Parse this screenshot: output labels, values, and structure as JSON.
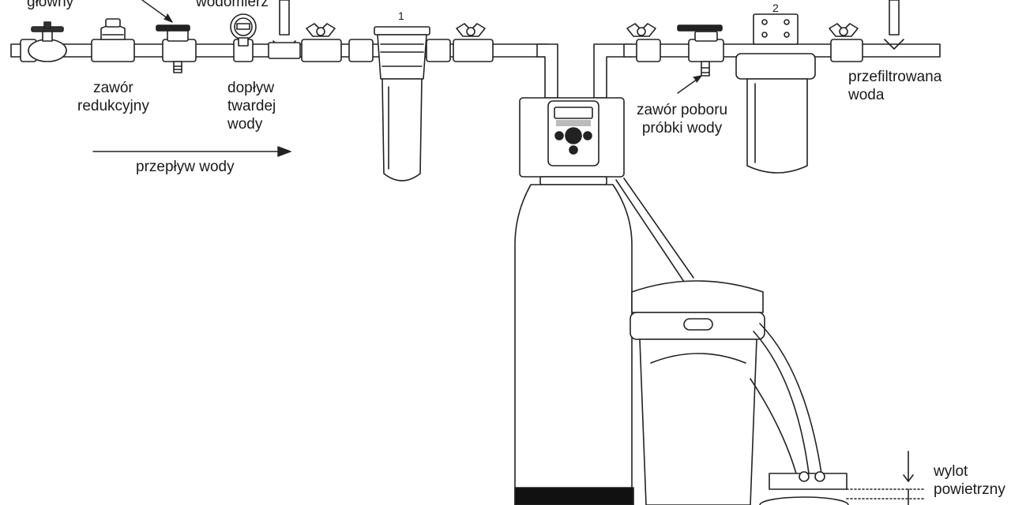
{
  "labels": {
    "main_valve": [
      "główny"
    ],
    "water_meter": [
      "wodomierz"
    ],
    "reducing_valve": [
      "zawór",
      "redukcyjny"
    ],
    "hard_water_inlet": [
      "dopływ",
      "twardej",
      "wody"
    ],
    "water_flow": "przepływ wody",
    "filter_1": "1",
    "filter_2": "2",
    "sample_valve": [
      "zawór poboru",
      "próbki wody"
    ],
    "filtered_water": [
      "przefiltrowana",
      "woda"
    ],
    "air_gap": [
      "wylot",
      "powietrzny"
    ]
  }
}
